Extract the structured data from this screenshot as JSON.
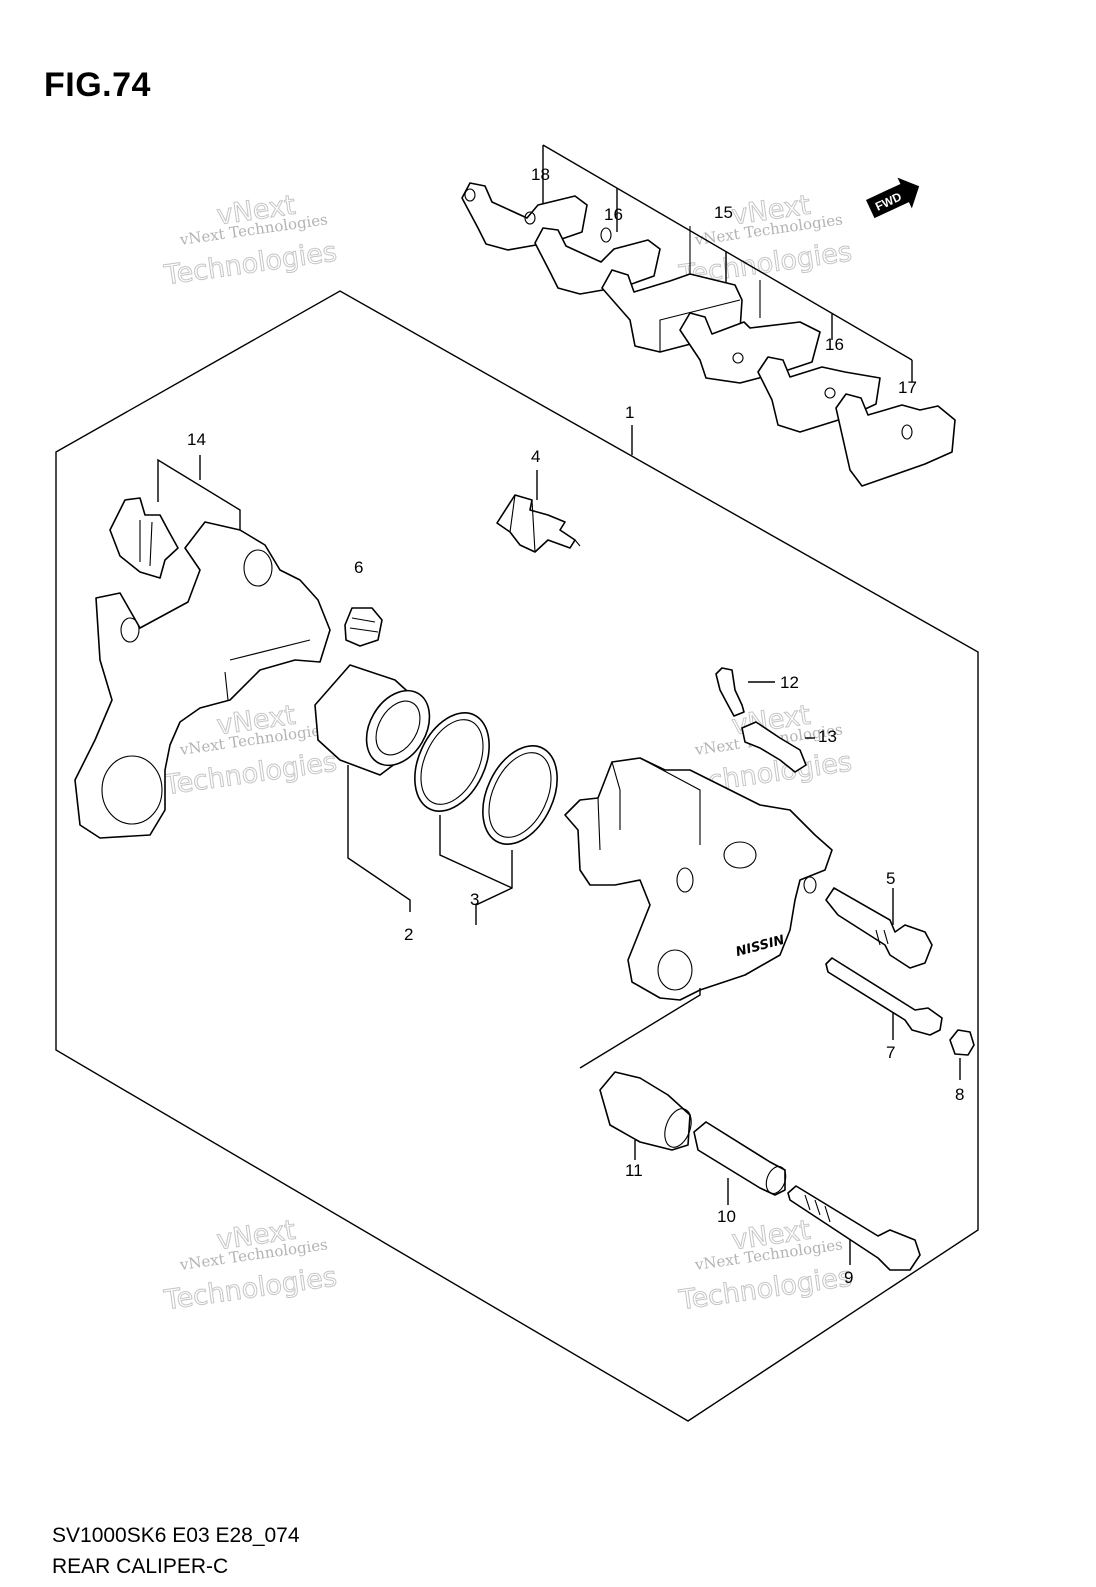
{
  "figure": {
    "title": "FIG.74",
    "model_code": "SV1000SK6 E03 E28_074",
    "section_name": "REAR CALIPER-C"
  },
  "direction_badge": {
    "text": "FWD"
  },
  "watermarks": [
    {
      "small": "vNext Technologies",
      "big": "Technologies",
      "over": "vNext"
    },
    {
      "small": "vNext Technologies",
      "big": "Technologies",
      "over": "vNext"
    },
    {
      "small": "vNext Technologies",
      "big": "Technologies",
      "over": "vNext"
    },
    {
      "small": "vNext Technologies",
      "big": "Technologies",
      "over": "vNext"
    },
    {
      "small": "vNext Technologies",
      "big": "Technologies",
      "over": "vNext"
    },
    {
      "small": "vNext Technologies",
      "big": "Technologies",
      "over": "vNext"
    }
  ],
  "callouts": [
    "1",
    "2",
    "3",
    "4",
    "5",
    "6",
    "7",
    "8",
    "9",
    "10",
    "11",
    "12",
    "13",
    "14",
    "15",
    "16",
    "16",
    "17",
    "18"
  ],
  "caliper_logo": "NISSIN"
}
